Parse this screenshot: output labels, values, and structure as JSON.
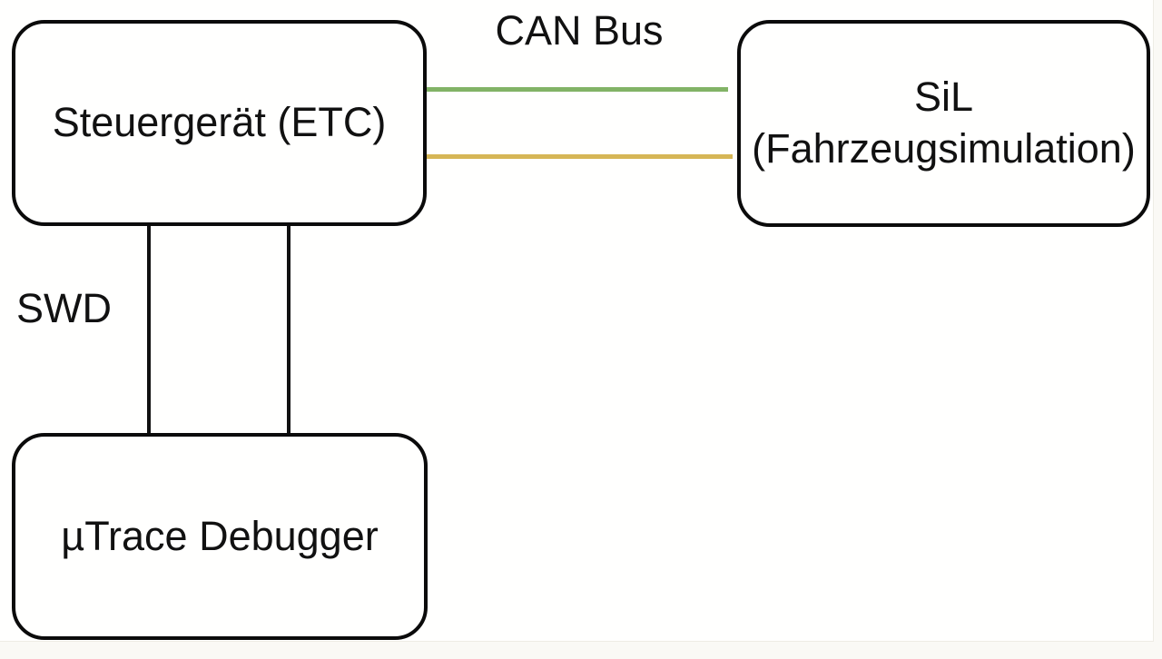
{
  "diagram": {
    "type": "block-diagram",
    "page_background": "#faf9f5",
    "canvas_background": "#fffffe",
    "node_border_color": "#0b0b0b",
    "nodes": [
      {
        "id": "steuergeraet",
        "label": "Steuergerät (ETC)"
      },
      {
        "id": "sil",
        "label_lines": [
          "SiL",
          "(Fahrzeugsimulation)"
        ]
      },
      {
        "id": "utrace",
        "label": "µTrace Debugger"
      }
    ],
    "edges": [
      {
        "id": "can-bus-line-green",
        "from": "steuergeraet",
        "to": "sil",
        "color": "#82b366"
      },
      {
        "id": "can-bus-line-yellow",
        "from": "steuergeraet",
        "to": "sil",
        "color": "#d6b656"
      },
      {
        "id": "swd-line-left",
        "from": "steuergeraet",
        "to": "utrace",
        "color": "#111111"
      },
      {
        "id": "swd-line-right",
        "from": "steuergeraet",
        "to": "utrace",
        "color": "#111111"
      }
    ],
    "edge_labels": {
      "can_bus": "CAN Bus",
      "swd": "SWD"
    }
  }
}
